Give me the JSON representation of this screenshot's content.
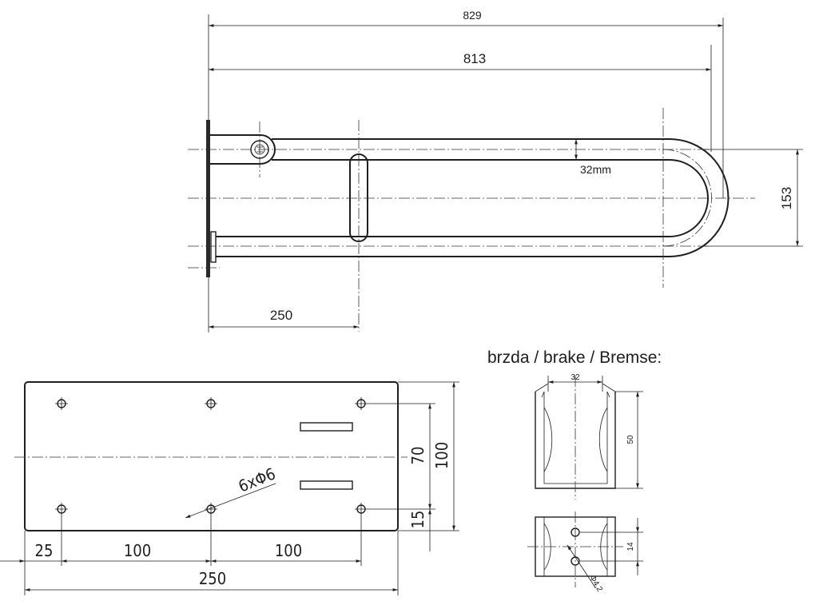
{
  "top_view": {
    "dim_overall": "829",
    "dim_length": "813",
    "dim_tube": "32mm",
    "dim_height": "153",
    "dim_offset": "250"
  },
  "plate": {
    "dim_spacing_1": "25",
    "dim_spacing_2": "100",
    "dim_spacing_3": "100",
    "dim_width": "250",
    "dim_holes_v": "70",
    "dim_height": "100",
    "dim_edge": "15",
    "holes_label": "6xΦ6"
  },
  "brake": {
    "title": "brzda / brake / Bremse:",
    "dim_width": "32",
    "dim_height": "50",
    "dim_hole_spacing": "14",
    "dim_hole_dia": "Φ4,2"
  }
}
